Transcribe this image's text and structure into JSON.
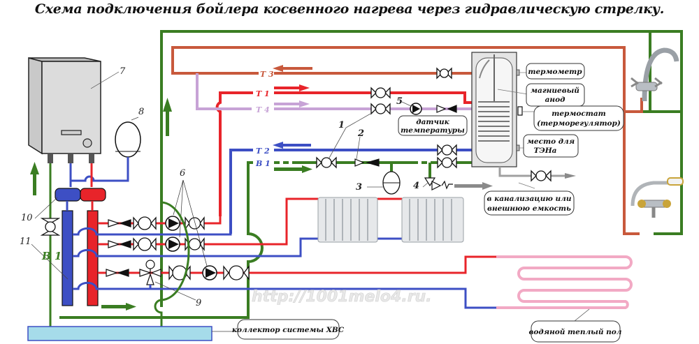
{
  "title": "Схема подключения бойлера косвенного нагрева через гидравлическую стрелку.",
  "pipe_labels": {
    "t3": "Т 3",
    "t1": "Т 1",
    "t4": "Т 4",
    "t2": "Т 2",
    "b1_top": "В 1",
    "b1_left": "В 1"
  },
  "numbers": {
    "n1": "1",
    "n2": "2",
    "n3": "3",
    "n4": "4",
    "n5": "5",
    "n6": "6",
    "n7": "7",
    "n8": "8",
    "n9": "9",
    "n10": "10",
    "n11": "11"
  },
  "callouts": {
    "thermometer": "термометр",
    "anode_line1": "магниевый",
    "anode_line2": "анод",
    "thermostat_line1": "термостат",
    "thermostat_line2": "(терморегулятор)",
    "heater_line1": "место для",
    "heater_line2": "ТЭНа",
    "sensor_line1": "датчик",
    "sensor_line2": "температуры",
    "drain_line1": "в канализацию или",
    "drain_line2": "внешнюю емкость",
    "collector": "коллектор системы ХВС",
    "floor": "водяной теплый пол"
  },
  "watermark": "http://1001melo4.ru.",
  "colors": {
    "hot": "#e8242a",
    "cold_return": "#3d4fc4",
    "cold_water": "#3a7d22",
    "dhw_hot": "#c8593c",
    "recirc": "#c7a3d6",
    "floor": "#f2a9c4",
    "collector": "#a6dcea",
    "drain": "#a0a0a0"
  }
}
